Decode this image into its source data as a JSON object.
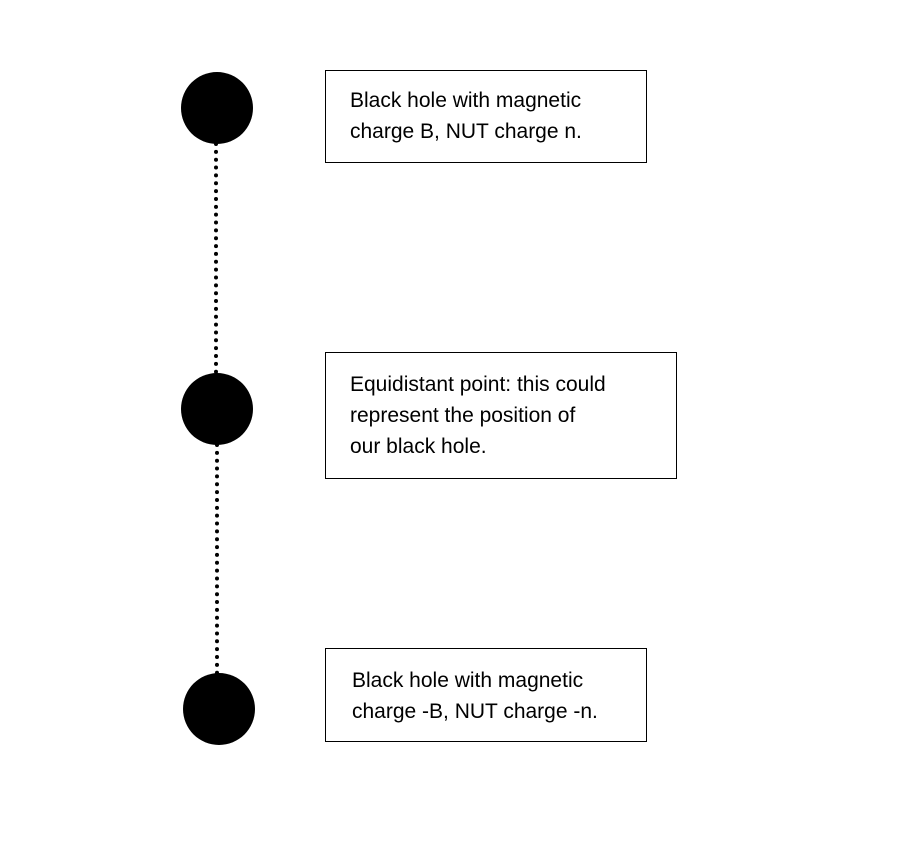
{
  "diagram": {
    "nodes": [
      {
        "label": "Black hole with magnetic\ncharge B, NUT charge n."
      },
      {
        "label": "Equidistant point: this could\nrepresent the position of\nour black hole."
      },
      {
        "label": "Black hole with magnetic\ncharge -B, NUT charge -n."
      }
    ],
    "colors": {
      "node_fill": "#000000",
      "line": "#000000",
      "box_border": "#000000",
      "background": "#ffffff"
    }
  }
}
